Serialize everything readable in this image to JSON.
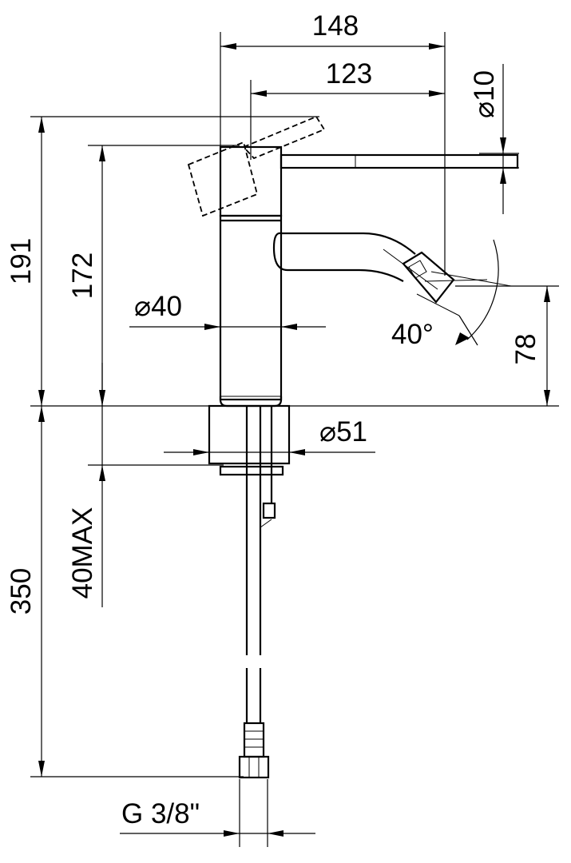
{
  "drawing": {
    "dimensions": {
      "top_width": "148",
      "handle_reach": "123",
      "handle_diameter": "⌀10",
      "body_height": "191",
      "spout_height": "172",
      "body_diameter": "⌀40",
      "spray_angle": "40°",
      "outlet_height": "78",
      "base_diameter": "⌀51",
      "under_length": "350",
      "deck_thickness": "40MAX",
      "thread": "G 3/8\""
    }
  }
}
